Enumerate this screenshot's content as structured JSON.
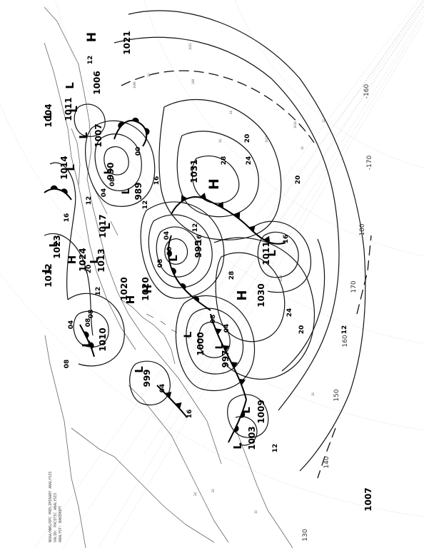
{
  "header": {
    "lines": [
      "NOAA/NWS/OPC PRELIMINARY ANALYSIS",
      "VALID: PACIFIC ANALYSIS",
      "ANALYST: BAKEROPT"
    ]
  },
  "pressure_centers": [
    {
      "type": "H",
      "value": "1021"
    },
    {
      "type": "L",
      "value": "1006"
    },
    {
      "type": "L",
      "value": "1011"
    },
    {
      "type": "L",
      "value": "1004"
    },
    {
      "type": "L",
      "value": "1007"
    },
    {
      "type": "L",
      "value": "1014"
    },
    {
      "type": "L",
      "value": "990"
    },
    {
      "type": "L",
      "value": "989"
    },
    {
      "type": "H",
      "value": "1031"
    },
    {
      "type": "L",
      "value": "1017"
    },
    {
      "type": "L",
      "value": "1023"
    },
    {
      "type": "H",
      "value": "1024"
    },
    {
      "type": "L",
      "value": "1012"
    },
    {
      "type": "L",
      "value": "1013"
    },
    {
      "type": "L",
      "value": "995"
    },
    {
      "type": "L",
      "value": "1011"
    },
    {
      "type": "H",
      "value": "1020"
    },
    {
      "type": "H",
      "value": "1020"
    },
    {
      "type": "H",
      "value": "1030"
    },
    {
      "type": "L",
      "value": "1010"
    },
    {
      "type": "L",
      "value": "1000"
    },
    {
      "type": "L",
      "value": "997"
    },
    {
      "type": "L",
      "value": "999"
    },
    {
      "type": "L",
      "value": "1009"
    },
    {
      "type": "L",
      "value": "1003"
    },
    {
      "type": "L",
      "value": "1007"
    }
  ],
  "isobar_labels": [
    "12",
    "20",
    "28",
    "24",
    "16",
    "20",
    "12",
    "16",
    "28",
    "24",
    "20",
    "12",
    "04",
    "08",
    "00",
    "12",
    "16",
    "04",
    "08",
    "00",
    "12",
    "16",
    "20",
    "08",
    "04",
    "08",
    "12",
    "08",
    "04",
    "16",
    "08",
    "04",
    "12"
  ],
  "longitude_labels": [
    "-160",
    "-170",
    "180",
    "170",
    "160",
    "150",
    "140",
    "130"
  ],
  "station_labels": [
    "1021",
    "240",
    "10-",
    "1006",
    "24",
    "24",
    "1010",
    "1014",
    "10",
    "12",
    "1020",
    "10",
    "24",
    "20",
    "10"
  ]
}
